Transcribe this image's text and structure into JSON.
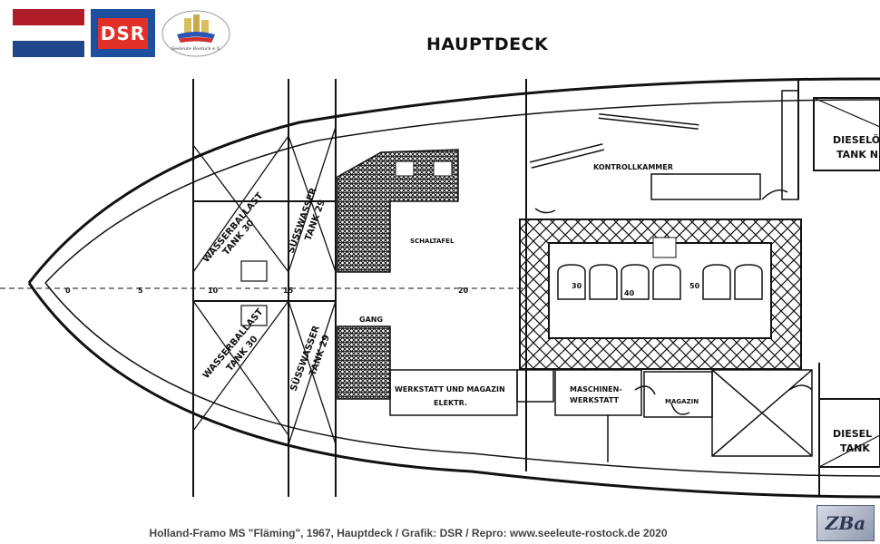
{
  "header": {
    "flag_colors": [
      "#ae1c28",
      "#ffffff",
      "#21468b"
    ],
    "logo_text": "DSR",
    "seal_text": "Seeleute Rostock e.V.",
    "title": "HAUPTDECK"
  },
  "plan_labels": {
    "wasserballast_top": "WASSERBALLAST",
    "tank30_top": "TANK 30",
    "suesswasser_top": "SÜSSWASSER",
    "tank29_top": "TANK 29",
    "wasserballast_bot": "WASSERBALLAST",
    "tank30_bot": "TANK 30",
    "suesswasser_bot": "SÜSSWASSER",
    "tank29_bot": "TANK 29",
    "kontrollkammer": "KONTROLLKAMMER",
    "dieseloel_top_1": "DIESELÖ",
    "dieseloel_top_2": "TANK N",
    "gang": "GANG",
    "schaltafel": "SCHALTAFEL",
    "werkstatt_1": "WERKSTATT UND MAGAZIN",
    "werkstatt_2": "ELEKTR.",
    "maschinen_1": "MASCHINEN-",
    "maschinen_2": "WERKSTATT",
    "magazin": "MAGAZIN",
    "dieseloel_bot_1": "DIESEL",
    "dieseloel_bot_2": "TANK",
    "frame_0": "0",
    "frame_5": "5",
    "frame_10": "10",
    "frame_15": "15",
    "frame_20": "20",
    "frame_30": "30",
    "frame_40": "40",
    "frame_50": "50"
  },
  "footer": {
    "caption": "Holland-Framo MS \"Fläming\", 1967, Hauptdeck / Grafik: DSR / Repro: www.seeleute-rostock.de 2020",
    "watermark": "ZBa"
  }
}
